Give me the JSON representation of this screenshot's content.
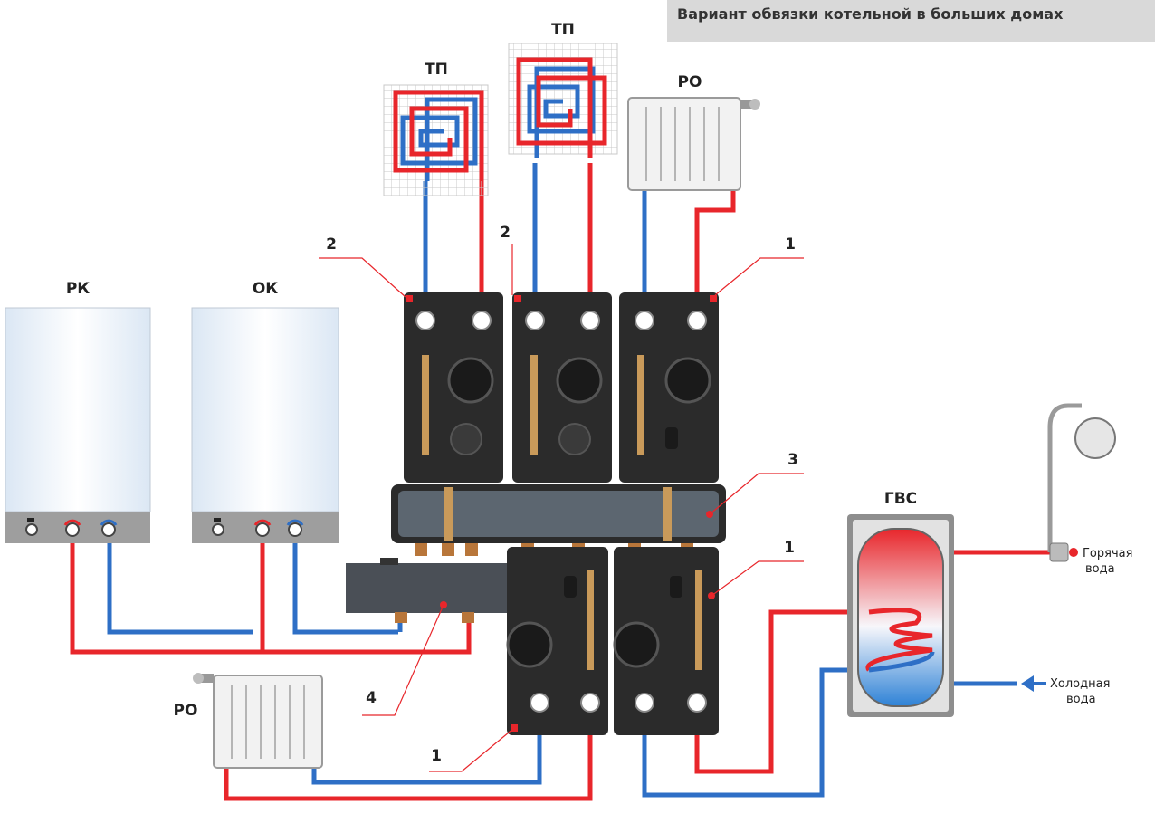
{
  "title": "Вариант обвязки котельной в больших домах",
  "labels": {
    "floor_heating_1": "ТП",
    "floor_heating_2": "ТП",
    "radiator_top": "РО",
    "radiator_bottom": "РО",
    "boiler_1": "РК",
    "boiler_2": "ОК",
    "dhw": "ГВС",
    "hot_water": [
      "Горячая",
      "вода"
    ],
    "cold_water": [
      "Холодная",
      "вода"
    ]
  },
  "callouts": {
    "module_2_left": "2",
    "module_2_mid": "2",
    "module_1_top_right": "1",
    "manifold_3": "3",
    "module_1_right": "1",
    "separator_4": "4",
    "module_1_bottom": "1"
  },
  "colors": {
    "hot": "#e8262b",
    "cold": "#2e6fc6",
    "module": "#2b2b2b",
    "leader": "#e8262b",
    "banner": "#d9d9d9"
  }
}
